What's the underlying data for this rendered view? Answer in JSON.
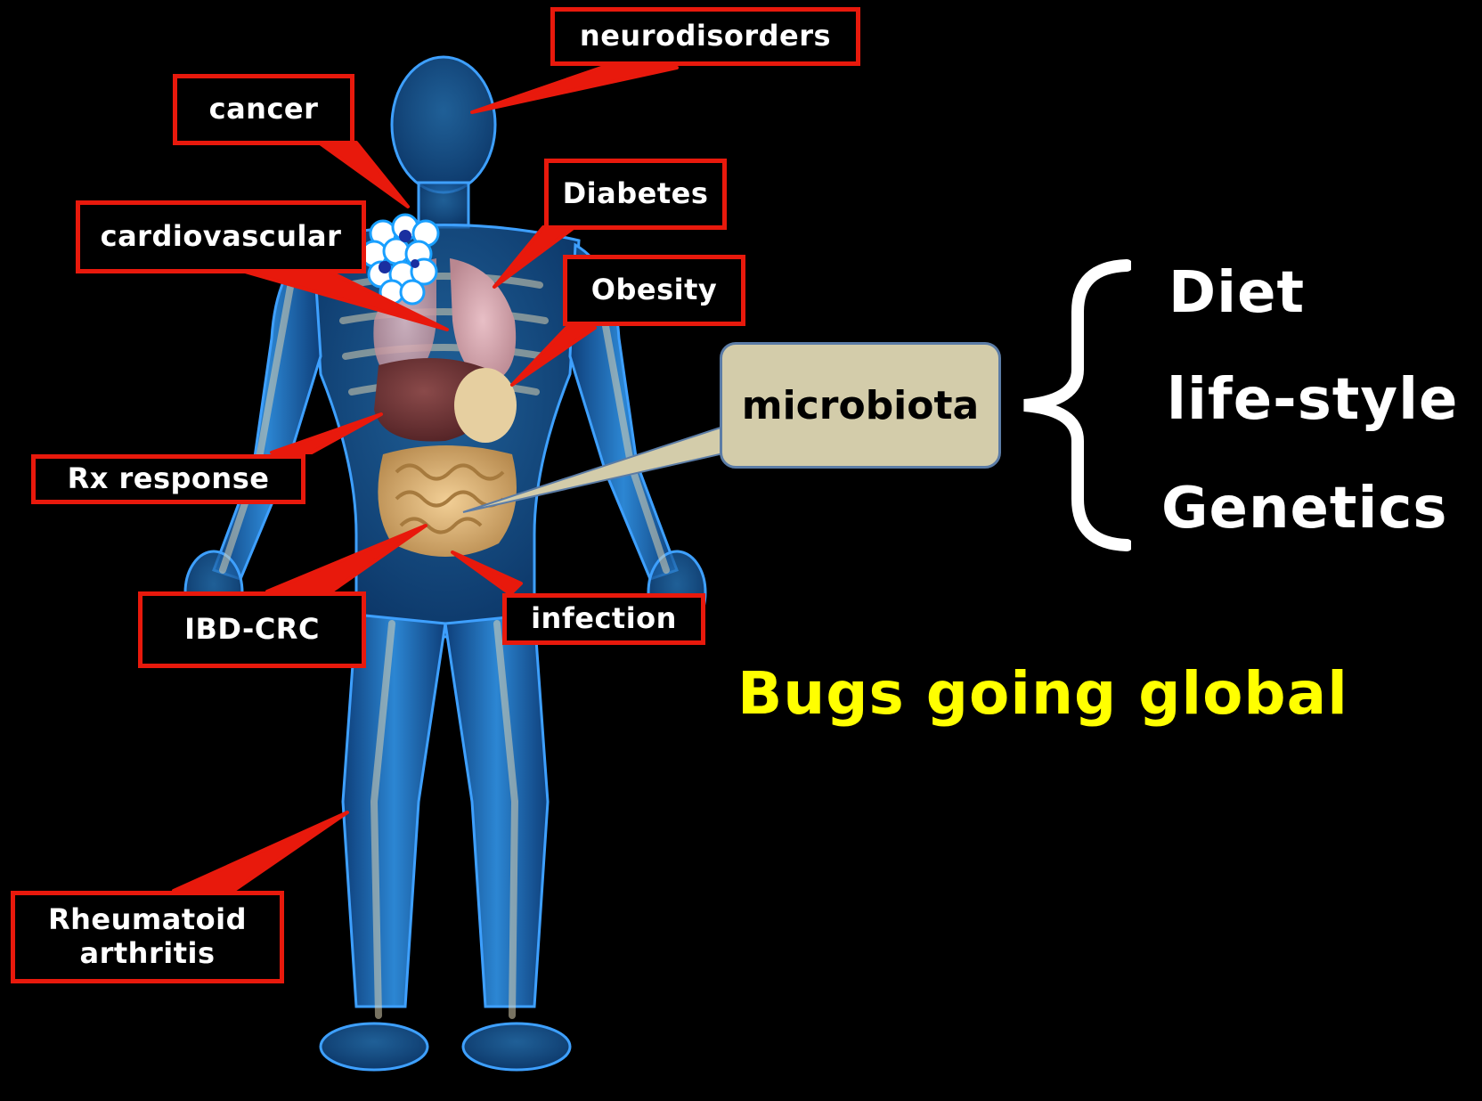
{
  "labels": {
    "neurodisorders": "neurodisorders",
    "cancer": "cancer",
    "diabetes": "Diabetes",
    "cardiovascular": "cardiovascular",
    "obesity": "Obesity",
    "rx_response": "Rx response",
    "ibd_crc": "IBD-CRC",
    "infection": "infection",
    "rheumatoid_line1": "Rheumatoid",
    "rheumatoid_line2": "arthritis"
  },
  "callout": {
    "text": "microbiota"
  },
  "factors": [
    "Diet",
    "life-style",
    "Genetics"
  ],
  "headline": "Bugs going global",
  "colors": {
    "background": "#000000",
    "label_border": "#e8190c",
    "callout_fill": "#d3ccaa",
    "callout_border": "#5b7ca6",
    "headline": "#ffff00",
    "body_glow": "#2f8ad8"
  }
}
